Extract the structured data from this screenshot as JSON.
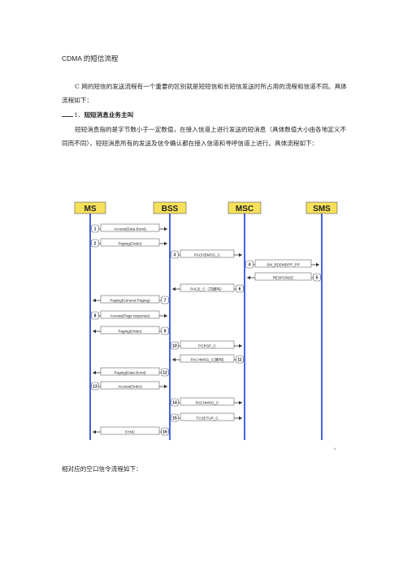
{
  "doc": {
    "title": "CDMA 的短信流程",
    "intro": "C 网的短信的发送流程有一个重要的区别就是短短信和长短信发送时所占用的流程和信道不同。具体流程如下：",
    "section_number": "1、",
    "section_title": "短短消息业务主叫",
    "body": "短短消息指的是字节数小于一定数值，在接入信道上进行发送的短消息（具体数值大小由各地定义不同而不同），短短消息所有的发送及信令确认都在接入信道和寻呼信道上进行。具体流程如下：",
    "caption": "相对应的空口信令流程如下："
  },
  "diagram": {
    "entities": [
      "MS",
      "BSS",
      "MSC",
      "SMS"
    ],
    "header_color": "#f7e15a",
    "lifeline_color": "#1a3adf",
    "page_mark": "4",
    "steps": [
      {
        "n": "1",
        "label": "Access(Data Burst)"
      },
      {
        "n": "2",
        "label": "Paging(Order)"
      },
      {
        "n": "3",
        "label": "PACHBMSG_C"
      },
      {
        "n": "4",
        "label": "SM_BDSMDPP_PP"
      },
      {
        "n": "5",
        "label": "RESPONSE"
      },
      {
        "n": "6",
        "label": "PAGE_C（为被叫）"
      },
      {
        "n": "7",
        "label": "Paging(General Paging)"
      },
      {
        "n": "8",
        "label": "Access(Page response)"
      },
      {
        "n": "9",
        "label": "Paging(Order)"
      },
      {
        "n": "10",
        "label": "PGRSP_C"
      },
      {
        "n": "11",
        "label": "PACHMSG_C(被叫)"
      },
      {
        "n": "12",
        "label": "Paging(Data Burst)"
      },
      {
        "n": "13",
        "label": "Access(Order)"
      },
      {
        "n": "14",
        "label": "PACHMSG_C"
      },
      {
        "n": "15",
        "label": "TCSETUP_C"
      },
      {
        "n": "16",
        "label": "SYNC"
      }
    ]
  }
}
